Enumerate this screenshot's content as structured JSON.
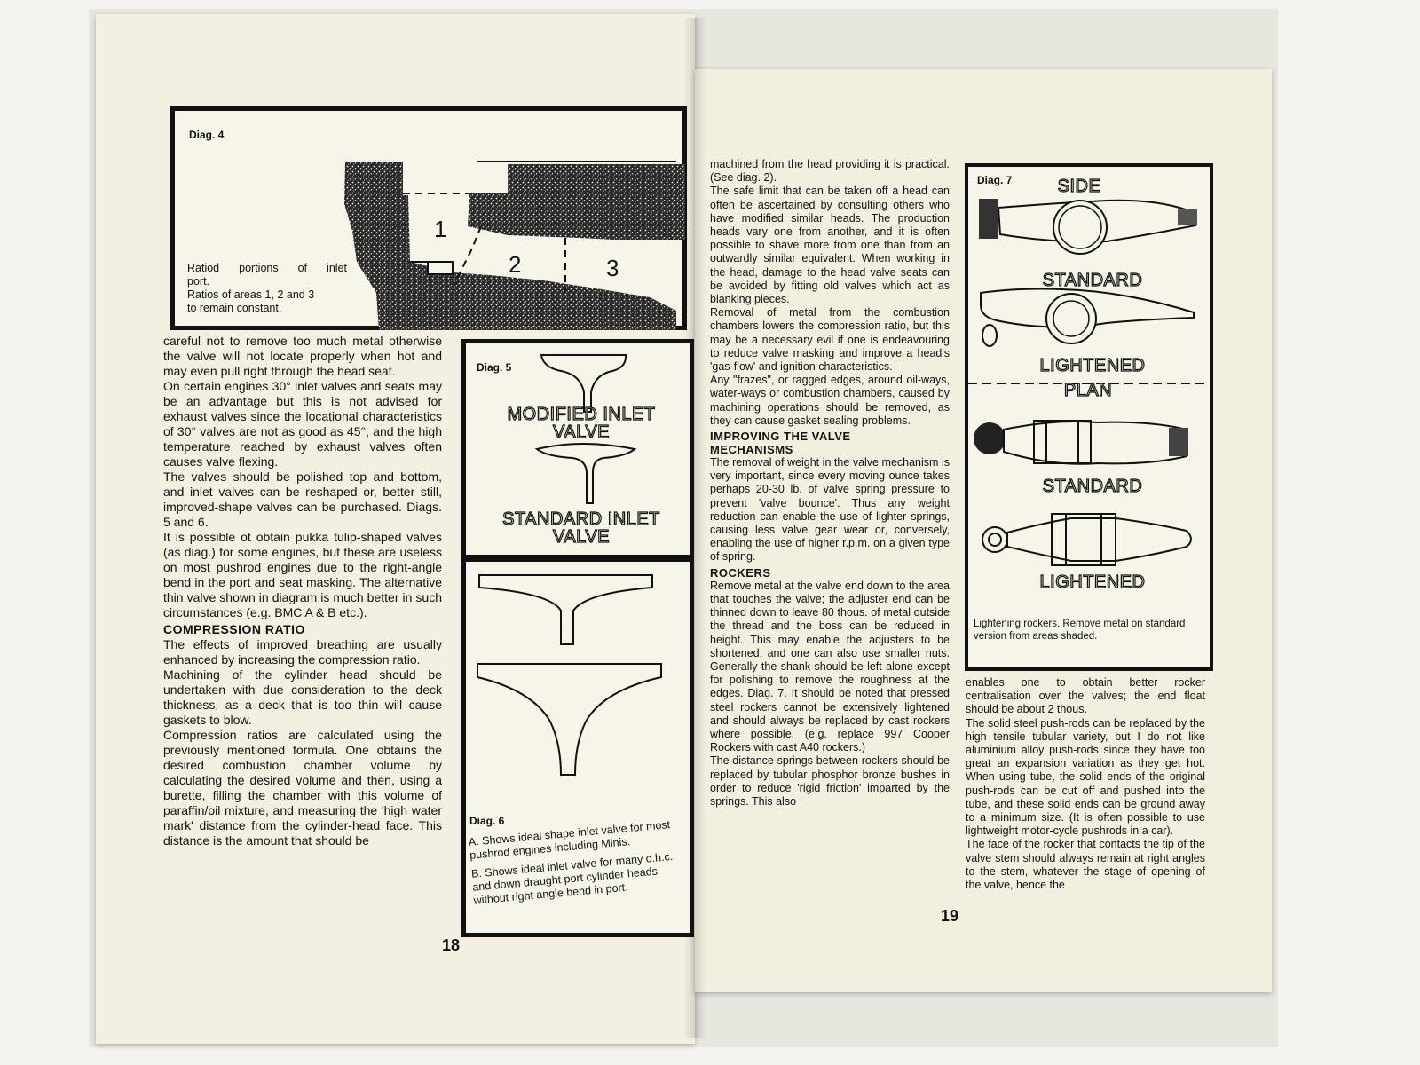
{
  "left_page": {
    "diag4": {
      "label": "Diag. 4",
      "region1": "1",
      "region2": "2",
      "region3": "3",
      "caption_line1": "Ratiod portions of inlet",
      "caption_line2": "port.",
      "caption_line3": "Ratios of areas 1, 2 and 3",
      "caption_line4": "to remain constant."
    },
    "diag5": {
      "label": "Diag. 5",
      "modified_line1": "MODIFIED INLET",
      "modified_line2": "VALVE",
      "standard_line1": "STANDARD INLET",
      "standard_line2": "VALVE"
    },
    "diag6": {
      "label": "Diag. 6",
      "caption_a": "A. Shows ideal shape inlet valve for most pushrod engines including Minis.",
      "caption_b": "B. Shows ideal inlet valve for many o.h.c. and down draught port cylinder heads without right angle bend in port."
    },
    "text": {
      "p1": "careful not to remove too much metal otherwise the valve will not locate properly when hot and may even pull right through the head seat.",
      "p2": "On certain engines 30° inlet valves and seats may be an advantage but this is not advised for exhaust valves since the locational characteristics of 30° valves are not as good as 45°, and the high temperature reached by exhaust valves often causes valve flexing.",
      "p3": "The valves should be polished top and bottom, and inlet valves can be reshaped or, better still, improved-shape valves can be purchased. Diags. 5 and 6.",
      "p4": "It is possible ot obtain pukka tulip-shaped valves (as diag.) for some engines, but these are useless on most pushrod engines due to the right-angle bend in the port and seat masking. The alternative thin valve shown in diagram is much better in such circumstances (e.g. BMC A & B etc.).",
      "h_compression": "COMPRESSION RATIO",
      "p5": "The effects of improved breathing are usually enhanced by increasing the compression ratio.",
      "p6": "Machining of the cylinder head should be undertaken with due consideration to the deck thickness, as a deck that is too thin will cause gaskets to blow.",
      "p7": "Compression ratios are calculated using the previously mentioned formula. One obtains the desired combustion chamber volume by calculating the desired volume and then, using a burette, filling the chamber with this volume of paraffin/oil mixture, and measuring the 'high water mark' distance from the cylinder-head face. This distance is the amount that should be"
    },
    "page_number": "18"
  },
  "right_page": {
    "text": {
      "p1": "machined from the head providing it is practical. (See diag. 2).",
      "p2": "The safe limit that can be taken off a head can often be ascertained by consulting others who have modified similar heads. The production heads vary one from another, and it is often possible to shave more from one than from an outwardly similar equivalent. When working in the head, damage to the head valve seats can be avoided by fitting old valves which act as blanking pieces.",
      "p3": "Removal of metal from the combustion chambers lowers the compression ratio, but this may be a necessary evil if one is endeavouring to reduce valve masking and improve a head's 'gas-flow' and ignition characteristics.",
      "p4": "Any \"frazes\", or ragged edges, around oil-ways, water-ways or combustion chambers, caused by machining operations should be removed, as they can cause gasket sealing problems.",
      "h_valve_line1": "IMPROVING THE VALVE",
      "h_valve_line2": "MECHANISMS",
      "p5": "The removal of weight in the valve mechanism is very important, since every moving ounce takes perhaps 20-30 lb. of valve spring pressure to prevent 'valve bounce'. Thus any weight reduction can enable the use of lighter springs, causing less valve gear wear or, conversely, enabling the use of higher r.p.m. on a given type of spring.",
      "h_rockers": "ROCKERS",
      "p6": "Remove metal at the valve end down to the area that touches the valve; the adjuster end can be thinned down to leave 80 thous. of metal outside the thread and the boss can be reduced in height. This may enable the adjusters to be shortened, and one can also use smaller nuts. Generally the shank should be left alone except for polishing to remove the roughness at the edges. Diag. 7. It should be noted that pressed steel rockers cannot be extensively lightened and should always be replaced by cast rockers where possible. (e.g. replace 997 Cooper Rockers with cast A40 rockers.)",
      "p7": "The distance springs between rockers should be replaced by tubular phosphor bronze bushes in order to reduce 'rigid friction' imparted by the springs. This also",
      "p8": "enables one to obtain better rocker centralisation over the valves; the end float should be about 2 thous.",
      "p9": "The solid steel push-rods can be replaced by the high tensile tubular variety, but I do not like aluminium alloy push-rods since they have too great an expansion variation as they get hot. When using tube, the solid ends of the original push-rods can be cut off and pushed into the tube, and these solid ends can be ground away to a minimum size. (It is often possible to use lightweight motor-cycle pushrods in a car).",
      "p10": "The face of the rocker that contacts the tip of the valve stem should always remain at right angles to the stem, whatever the stage of opening of the valve, hence the"
    },
    "diag7": {
      "label": "Diag. 7",
      "side": "SIDE",
      "standard1": "STANDARD",
      "lightened1": "LIGHTENED",
      "plan": "PLAN",
      "standard2": "STANDARD",
      "lightened2": "LIGHTENED",
      "caption": "Lightening rockers. Remove metal on standard version from areas shaded."
    },
    "page_number": "19"
  }
}
